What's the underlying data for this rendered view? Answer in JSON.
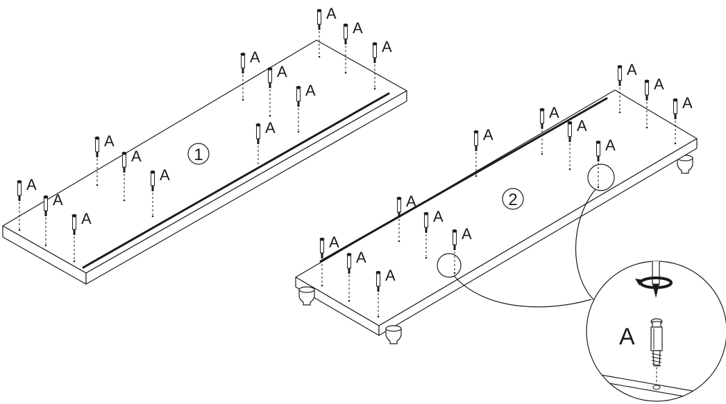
{
  "steps": [
    {
      "number": "1"
    },
    {
      "number": "2"
    }
  ],
  "fitting_label": "A",
  "detail_label": "A",
  "colors": {
    "ink": "#1a1a1a",
    "paper": "#ffffff"
  }
}
